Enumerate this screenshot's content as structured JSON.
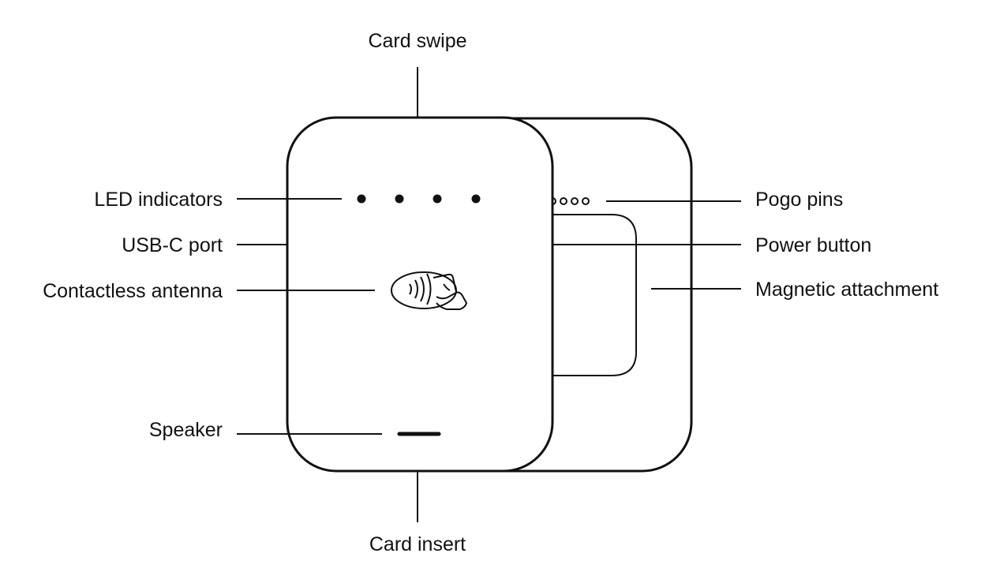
{
  "labels": {
    "card_swipe": "Card swipe",
    "led_indicators": "LED indicators",
    "usb_c_port": "USB-C port",
    "contactless_antenna": "Contactless antenna",
    "speaker": "Speaker",
    "card_insert": "Card insert",
    "pogo_pins": "Pogo pins",
    "power_button": "Power button",
    "magnetic_attachment": "Magnetic attachment"
  },
  "colors": {
    "ink": "#111111",
    "background": "#ffffff"
  },
  "device": {
    "led_count": 4,
    "pogo_pin_count": 4,
    "contactless_icon": "contactless-payment-icon"
  }
}
